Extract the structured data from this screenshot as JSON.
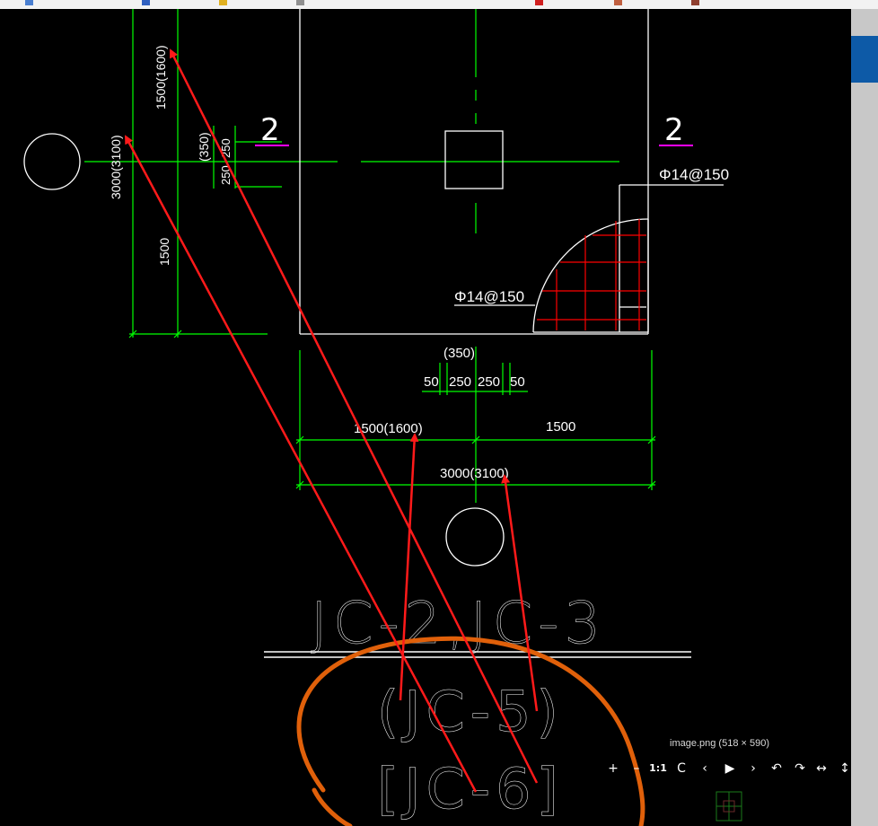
{
  "viewer": {
    "caption": "image.png (518 × 590)",
    "toolbar": {
      "zoom_in": "+",
      "zoom_out": "–",
      "actual_size": "1:1",
      "refresh": "C",
      "prev": "‹",
      "play": "▶",
      "next": "›",
      "rotate_left": "↶",
      "rotate_right": "↷",
      "fit_width": "↔",
      "fit_height": "↕"
    }
  },
  "drawing": {
    "section_mark_left": "2",
    "section_mark_right": "2",
    "rebar_top": "Φ14@150",
    "rebar_inner": "Φ14@150",
    "dim_350": "(350)",
    "dim_50_left": "50",
    "dim_250_left": "250",
    "dim_250_right": "250",
    "dim_50_right": "50",
    "dim_1500_1600": "1500(1600)",
    "dim_1500": "1500",
    "dim_3000_3100": "3000(3100)",
    "vdim_1500_1600": "1500(1600)",
    "vdim_3000_3100": "3000(3100)",
    "vdim_350": "(350)",
    "vdim_250a": "250",
    "vdim_250b": "250",
    "vdim_1500": "1500",
    "label_main": "JC-2,JC-3",
    "label_sub1": "(JC-5)",
    "label_sub2": "[JC-6]"
  },
  "colors": {
    "cad_background": "#000000",
    "dimension_green": "#00ff00",
    "outline_white": "#ffffff",
    "rebar_red": "#ff0000",
    "annotation_red": "#ff1a1a",
    "circle_orange": "#e0600a",
    "magenta": "#ff00ff"
  }
}
